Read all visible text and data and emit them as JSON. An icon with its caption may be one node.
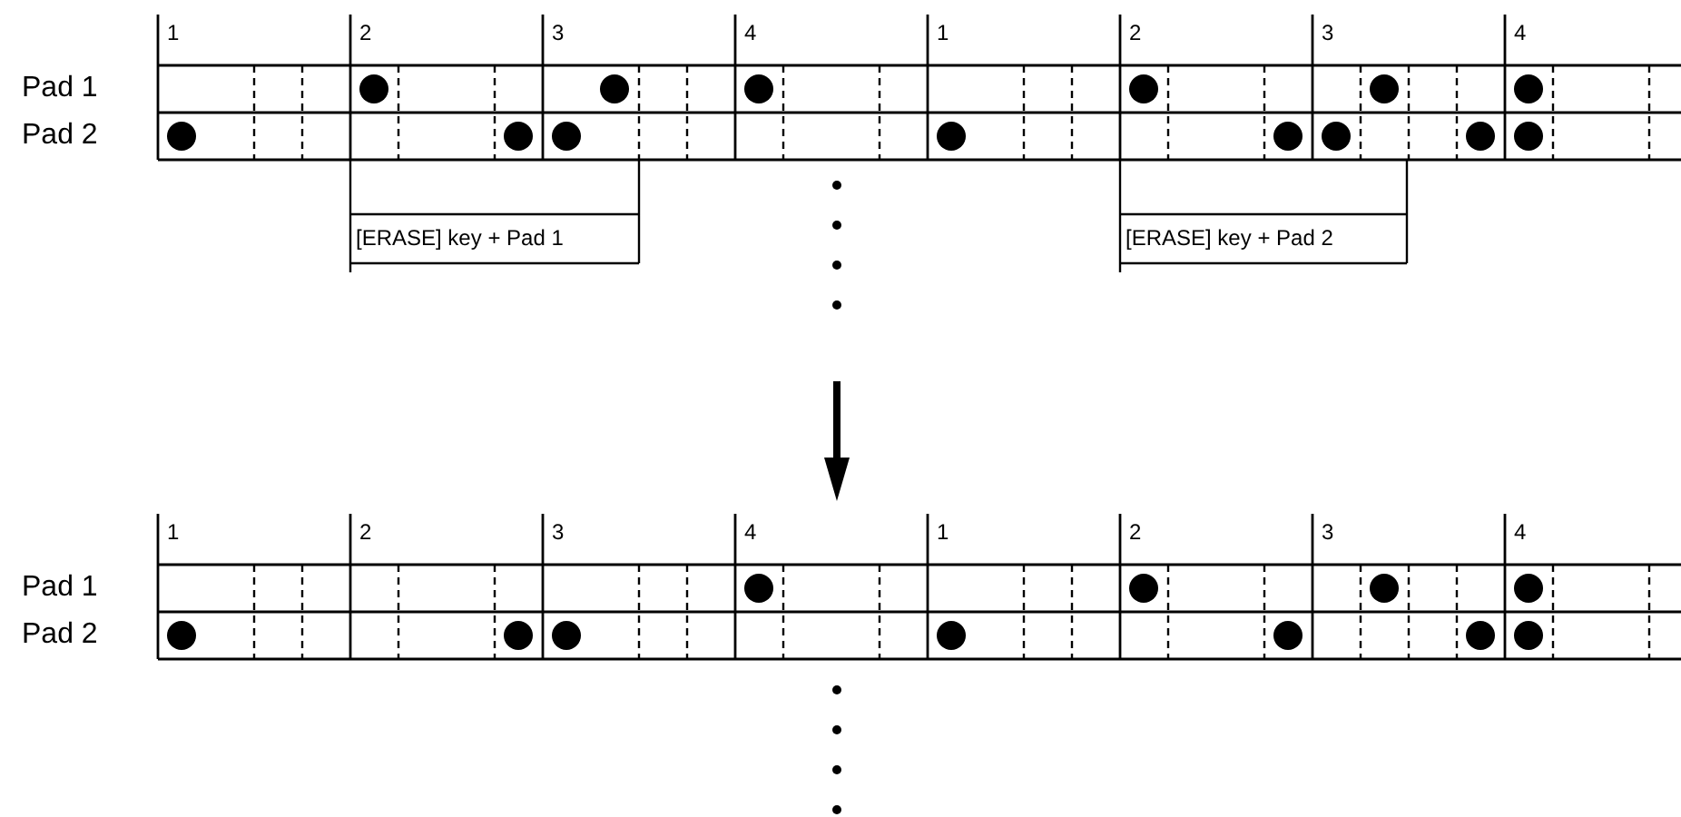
{
  "diagram": {
    "labels": [
      "1",
      "2",
      "3",
      "4",
      "1",
      "2",
      "3",
      "4",
      "Pad 1",
      "Pad 2",
      "[ERASE] key + Pad 1",
      "[ERASE] key + Pad 2",
      "1",
      "2",
      "3",
      "4",
      "1",
      "2",
      "3",
      "4",
      "Pad 1",
      "Pad 2"
    ]
  }
}
